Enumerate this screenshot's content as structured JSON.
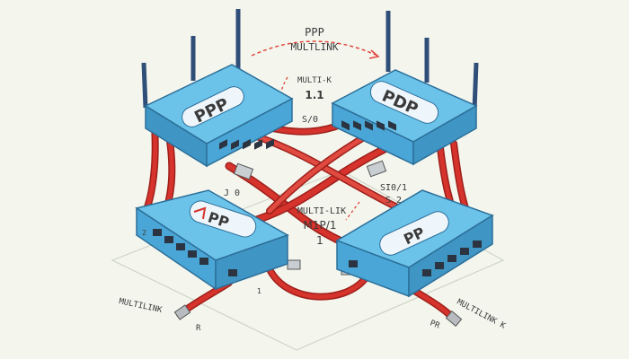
{
  "title": {
    "line1": "PPP",
    "line2": "MULTLINK"
  },
  "labels": {
    "center_top": "MULTI-K",
    "center_num": "1.1",
    "center_port": "S/0",
    "left_port": "J 0",
    "right_port_a": "SI0/1",
    "right_port_b": "S 2",
    "mid_title": "MULTI-LIK",
    "mid_addr": "M1P/1",
    "mid_num": "1",
    "bottom_left": "MULTILINK",
    "bottom_left_r": "R",
    "bottom_right_pr": "PR",
    "bottom_right": "MULTILINK K",
    "side_num_2": "2",
    "side_num_1": "1"
  },
  "devices": [
    {
      "id": "router-top-left",
      "brand": "PPP"
    },
    {
      "id": "router-top-right",
      "brand": "PDP"
    },
    {
      "id": "router-bottom-left",
      "brand": "PP"
    },
    {
      "id": "router-bottom-right",
      "brand": "PP"
    }
  ],
  "colors": {
    "device_body": "#4aa6d6",
    "device_top": "#6cc3ea",
    "device_dark": "#2c6f99",
    "cable": "#d6332c",
    "cable_dark": "#9e1f1a",
    "antenna": "#2f4e78",
    "dashed": "#e0453a",
    "background": "#f4f6ee"
  }
}
